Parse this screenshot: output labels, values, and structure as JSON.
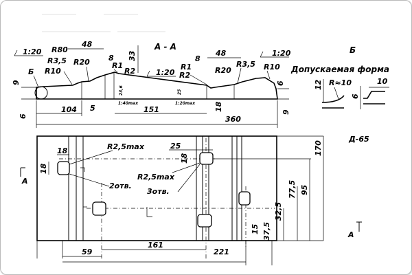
{
  "section": {
    "title": "А - А",
    "dims": {
      "d48_left": "48",
      "d48_right": "48",
      "d8_left": "8",
      "d8_right": "8",
      "d33": "33",
      "d104": "104",
      "d151": "151",
      "d360": "360",
      "d5": "5",
      "d18": "18",
      "d9_left": "9",
      "d6_left": "6",
      "d9_right": "9",
      "d6_right": "6",
      "inner_a": "23,6",
      "inner_b": "25"
    },
    "radii": {
      "r80": "R80",
      "r35_left": "R3,5",
      "r10_left": "R10",
      "r20_left": "R20",
      "r1_left": "R1",
      "r2_left": "R2",
      "r1_right": "R1",
      "r2_right": "R2",
      "r20_right": "R20",
      "r35_right": "R3,5",
      "r10_right": "R10"
    },
    "slopes": {
      "left": "1:20",
      "middle": "1:20",
      "right": "1:20",
      "tiny_left": "1:40max",
      "tiny_right": "1:20max"
    },
    "detail_marker": "Б"
  },
  "detail_b": {
    "label": "Б",
    "caption": "Допускаемая форма",
    "dims": {
      "d12": "12",
      "r10": "R≈10",
      "d6": "6",
      "d10": "10"
    }
  },
  "designation": "Д-65",
  "plan": {
    "section_marker_left": "А",
    "section_marker_right": "А",
    "dims": {
      "d18_a": "18",
      "d18_b": "18",
      "r25_top": "R2,5max",
      "d25": "25",
      "d18_c": "18",
      "r25_mid": "R2,5max",
      "holes2": "2отв.",
      "holes3": "3отв.",
      "d170": "170",
      "d95": "95",
      "d775": "77,5",
      "d325": "32,5",
      "d375": "37,5",
      "d15": "15",
      "d59": "59",
      "d161": "161",
      "d221": "221"
    }
  }
}
